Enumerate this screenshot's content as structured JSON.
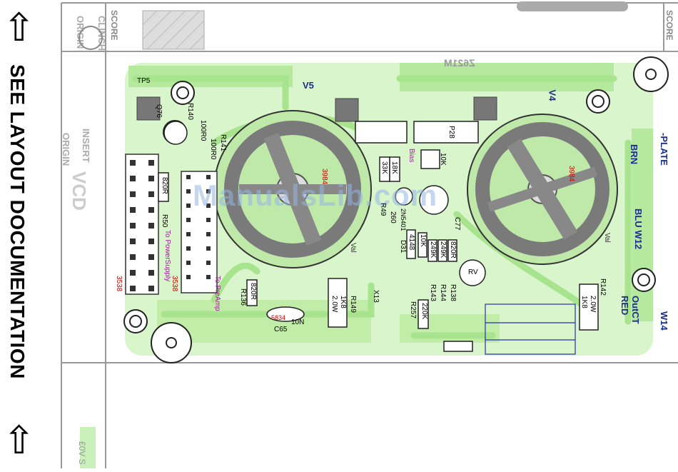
{
  "title": "SEE LAYOUT DOCUMENTATION",
  "watermark": "ManualsLib.com",
  "frame": {
    "score_left": "SCORE",
    "score_right": "SCORE",
    "clinch_origin": [
      "CLINCH",
      "ORIGIN"
    ],
    "insert_origin": [
      "INSERT",
      "ORIGIN"
    ],
    "vcd": "VCD",
    "bottom_stub": "£0V S"
  },
  "board": {
    "part_number_mirrored": "Z621M",
    "tubes": [
      {
        "ref": "V5",
        "socket": "3984",
        "pin_label": "Val"
      },
      {
        "ref": "V4",
        "socket": "3984",
        "pin_label": "Val"
      }
    ],
    "connectors": {
      "left_header": "3538",
      "mid_header": "3538",
      "to_power": "To PowerSupply",
      "to_preamp": "To PreAmp"
    },
    "wires": [
      {
        "id": "plate",
        "label": "-PLATE",
        "sub": "BRN"
      },
      {
        "id": "w12",
        "label": "BLU W12",
        "sub": ""
      },
      {
        "id": "w14",
        "label": "W14",
        "sub": "OutCT RED"
      }
    ],
    "labels": {
      "tp5": "TP5",
      "q76": "Q76",
      "r140": "R140",
      "r140_val": "100R0",
      "r141": "R141",
      "r141_val": "100R0",
      "r50": "R50",
      "r50_val": "820R",
      "r136": "R136",
      "r136_val": "820R",
      "r149": "R149",
      "r149_val": "1K8",
      "r149_w": "2.0W",
      "r149b": "R49",
      "r49_val": "33K",
      "r_18k": "18K",
      "bias": "Bias",
      "p28": "P28",
      "p28_val": "10K",
      "q260": "260",
      "q2n": "2N5401",
      "d31": "D31",
      "d4148": "4148",
      "c77": "C77",
      "r10k": "10K",
      "r249a": "249K",
      "r249b": "249K",
      "r820": "820R",
      "r143": "R143",
      "r144": "R144",
      "r138": "R138",
      "r257": "R257",
      "r257_val": "220K",
      "c65": "C65",
      "c65_val": "10N",
      "c65_code": "5834",
      "rv": "RV",
      "x13": "X13",
      "r142": "R142",
      "r142_val": "1K8",
      "r142_w": "2.0W"
    }
  }
}
